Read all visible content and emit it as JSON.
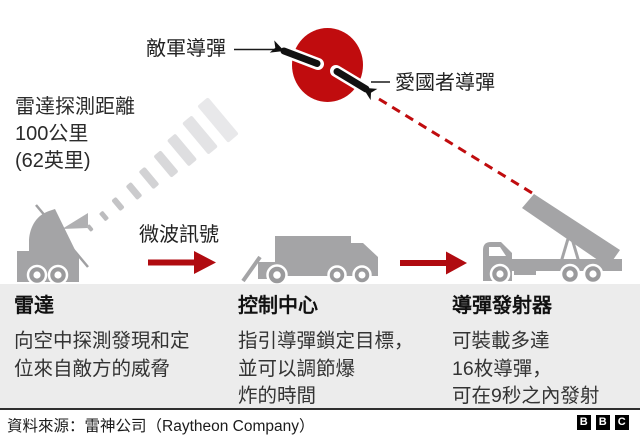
{
  "colors": {
    "explosion_red": "#c00c0e",
    "arrow_red": "#b00b10",
    "vehicle_gray": "#a4a4a6",
    "panel_bg": "#ececec",
    "text_dark": "#222222"
  },
  "diagram": {
    "enemy_missile_label": "敵軍導彈",
    "patriot_missile_label": "愛國者導彈",
    "radar_range_lines": [
      "雷達探測距離",
      "100公里",
      "(62英里)"
    ],
    "microwave_label": "微波訊號"
  },
  "columns": [
    {
      "title": "雷達",
      "desc_lines": [
        "向空中探測發現和定",
        "位來自敵方的威脅",
        ""
      ]
    },
    {
      "title": "控制中心",
      "desc_lines": [
        "指引導彈鎖定目標，",
        "並可以調節爆",
        "炸的時間"
      ]
    },
    {
      "title": "導彈發射器",
      "desc_lines": [
        "可裝載多達",
        "16枚導彈，",
        "可在9秒之內發射"
      ]
    }
  ],
  "footer": {
    "source": "資料來源：雷神公司（Raytheon Company）",
    "logo_letters": [
      "B",
      "B",
      "C"
    ]
  }
}
